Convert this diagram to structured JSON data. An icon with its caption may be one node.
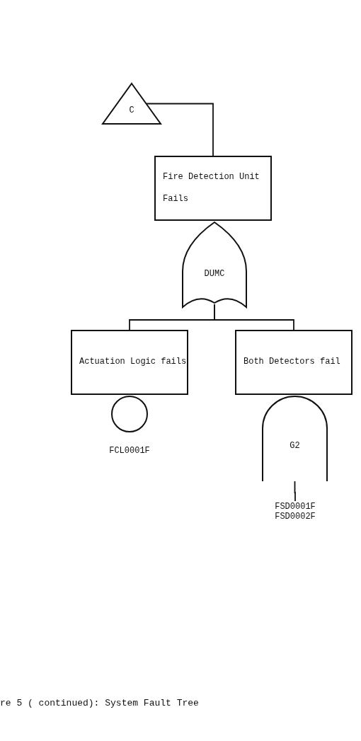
{
  "diagram": {
    "caption": "re 5 ( continued): System Fault Tree",
    "nodes": [
      {
        "text": [
          "C"
        ]
      },
      {
        "text": [
          "Fire Detection Unit Fails"
        ]
      },
      {
        "text": [
          "DUMC"
        ]
      },
      {
        "text": [
          "Actuation Logic fails"
        ]
      },
      {
        "text": [
          "Both Detectors fail"
        ]
      },
      {
        "text": [],
        "shape": "circle",
        "beside": [
          "FCL0001F"
        ]
      },
      {
        "text": [
          "G2"
        ]
      },
      {
        "text": [
          "FSD0001F",
          "FSD0002F"
        ]
      }
    ],
    "edges": [
      {
        "from": 0,
        "to": 1,
        "arrow": "none"
      },
      {
        "from": 2,
        "to": 3,
        "arrow": "none"
      },
      {
        "from": 2,
        "to": 4,
        "arrow": "none"
      },
      {
        "from": 6,
        "to": 7,
        "arrow": "none"
      }
    ]
  }
}
